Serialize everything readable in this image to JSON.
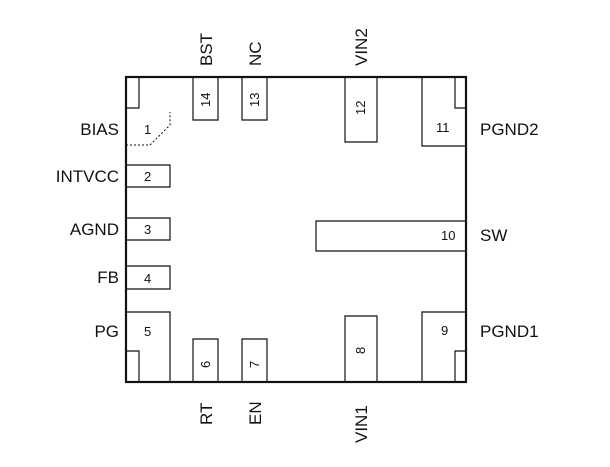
{
  "colors": {
    "outline": "#111111",
    "background": "#ffffff"
  },
  "pins": [
    {
      "num": "1",
      "name": "BIAS"
    },
    {
      "num": "2",
      "name": "INTVCC"
    },
    {
      "num": "3",
      "name": "AGND"
    },
    {
      "num": "4",
      "name": "FB"
    },
    {
      "num": "5",
      "name": "PG"
    },
    {
      "num": "6",
      "name": "RT"
    },
    {
      "num": "7",
      "name": "EN"
    },
    {
      "num": "8",
      "name": "VIN1"
    },
    {
      "num": "9",
      "name": "PGND1"
    },
    {
      "num": "10",
      "name": "SW"
    },
    {
      "num": "11",
      "name": "PGND2"
    },
    {
      "num": "12",
      "name": "VIN2"
    },
    {
      "num": "13",
      "name": "NC"
    },
    {
      "num": "14",
      "name": "BST"
    }
  ]
}
